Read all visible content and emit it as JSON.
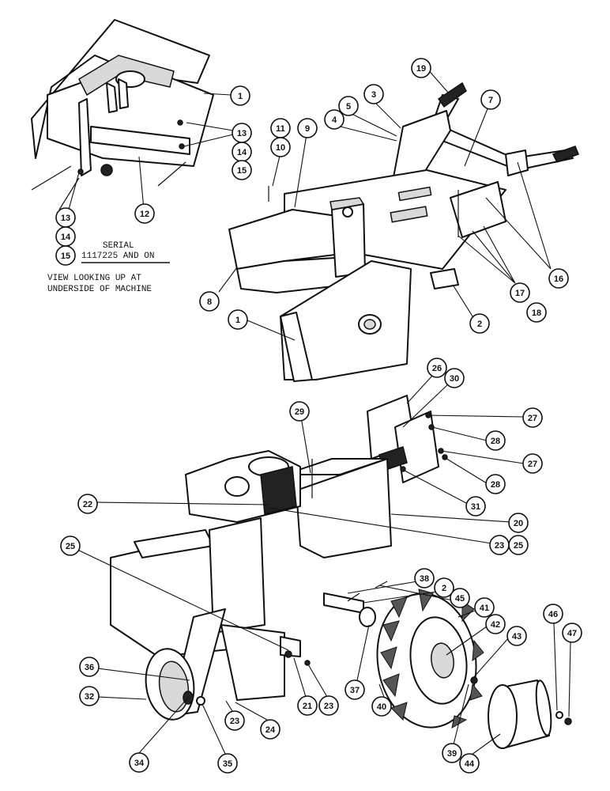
{
  "inset": {
    "serial_label": "SERIAL",
    "serial_value": "1117225 AND ON",
    "view_line1": "VIEW LOOKING UP AT",
    "view_line2": "UNDERSIDE OF MACHINE"
  },
  "callouts": {
    "inset_1": "1",
    "inset_13a": "13",
    "inset_14a": "14",
    "inset_15a": "15",
    "inset_13b": "13",
    "inset_14b": "14",
    "inset_15b": "15",
    "inset_12": "12",
    "p19": "19",
    "p3": "3",
    "p5": "5",
    "p4": "4",
    "p7": "7",
    "p11": "11",
    "p10": "10",
    "p9": "9",
    "p16": "16",
    "p17": "17",
    "p18": "18",
    "p8": "8",
    "p1": "1",
    "p2": "2",
    "p26": "26",
    "p30": "30",
    "p29": "29",
    "p27a": "27",
    "p28a": "28",
    "p27b": "27",
    "p28b": "28",
    "p31": "31",
    "p22": "22",
    "p20": "20",
    "p23a": "23",
    "p25a": "25",
    "p25b": "25",
    "p38": "38",
    "p2b": "2",
    "p45": "45",
    "p41": "41",
    "p42": "42",
    "p43": "43",
    "p36": "36",
    "p32": "32",
    "p46": "46",
    "p47": "47",
    "p21": "21",
    "p23b": "23",
    "p37": "37",
    "p40": "40",
    "p39": "39",
    "p34": "34",
    "p35": "35",
    "p23c": "23",
    "p24": "24",
    "p44": "44"
  }
}
